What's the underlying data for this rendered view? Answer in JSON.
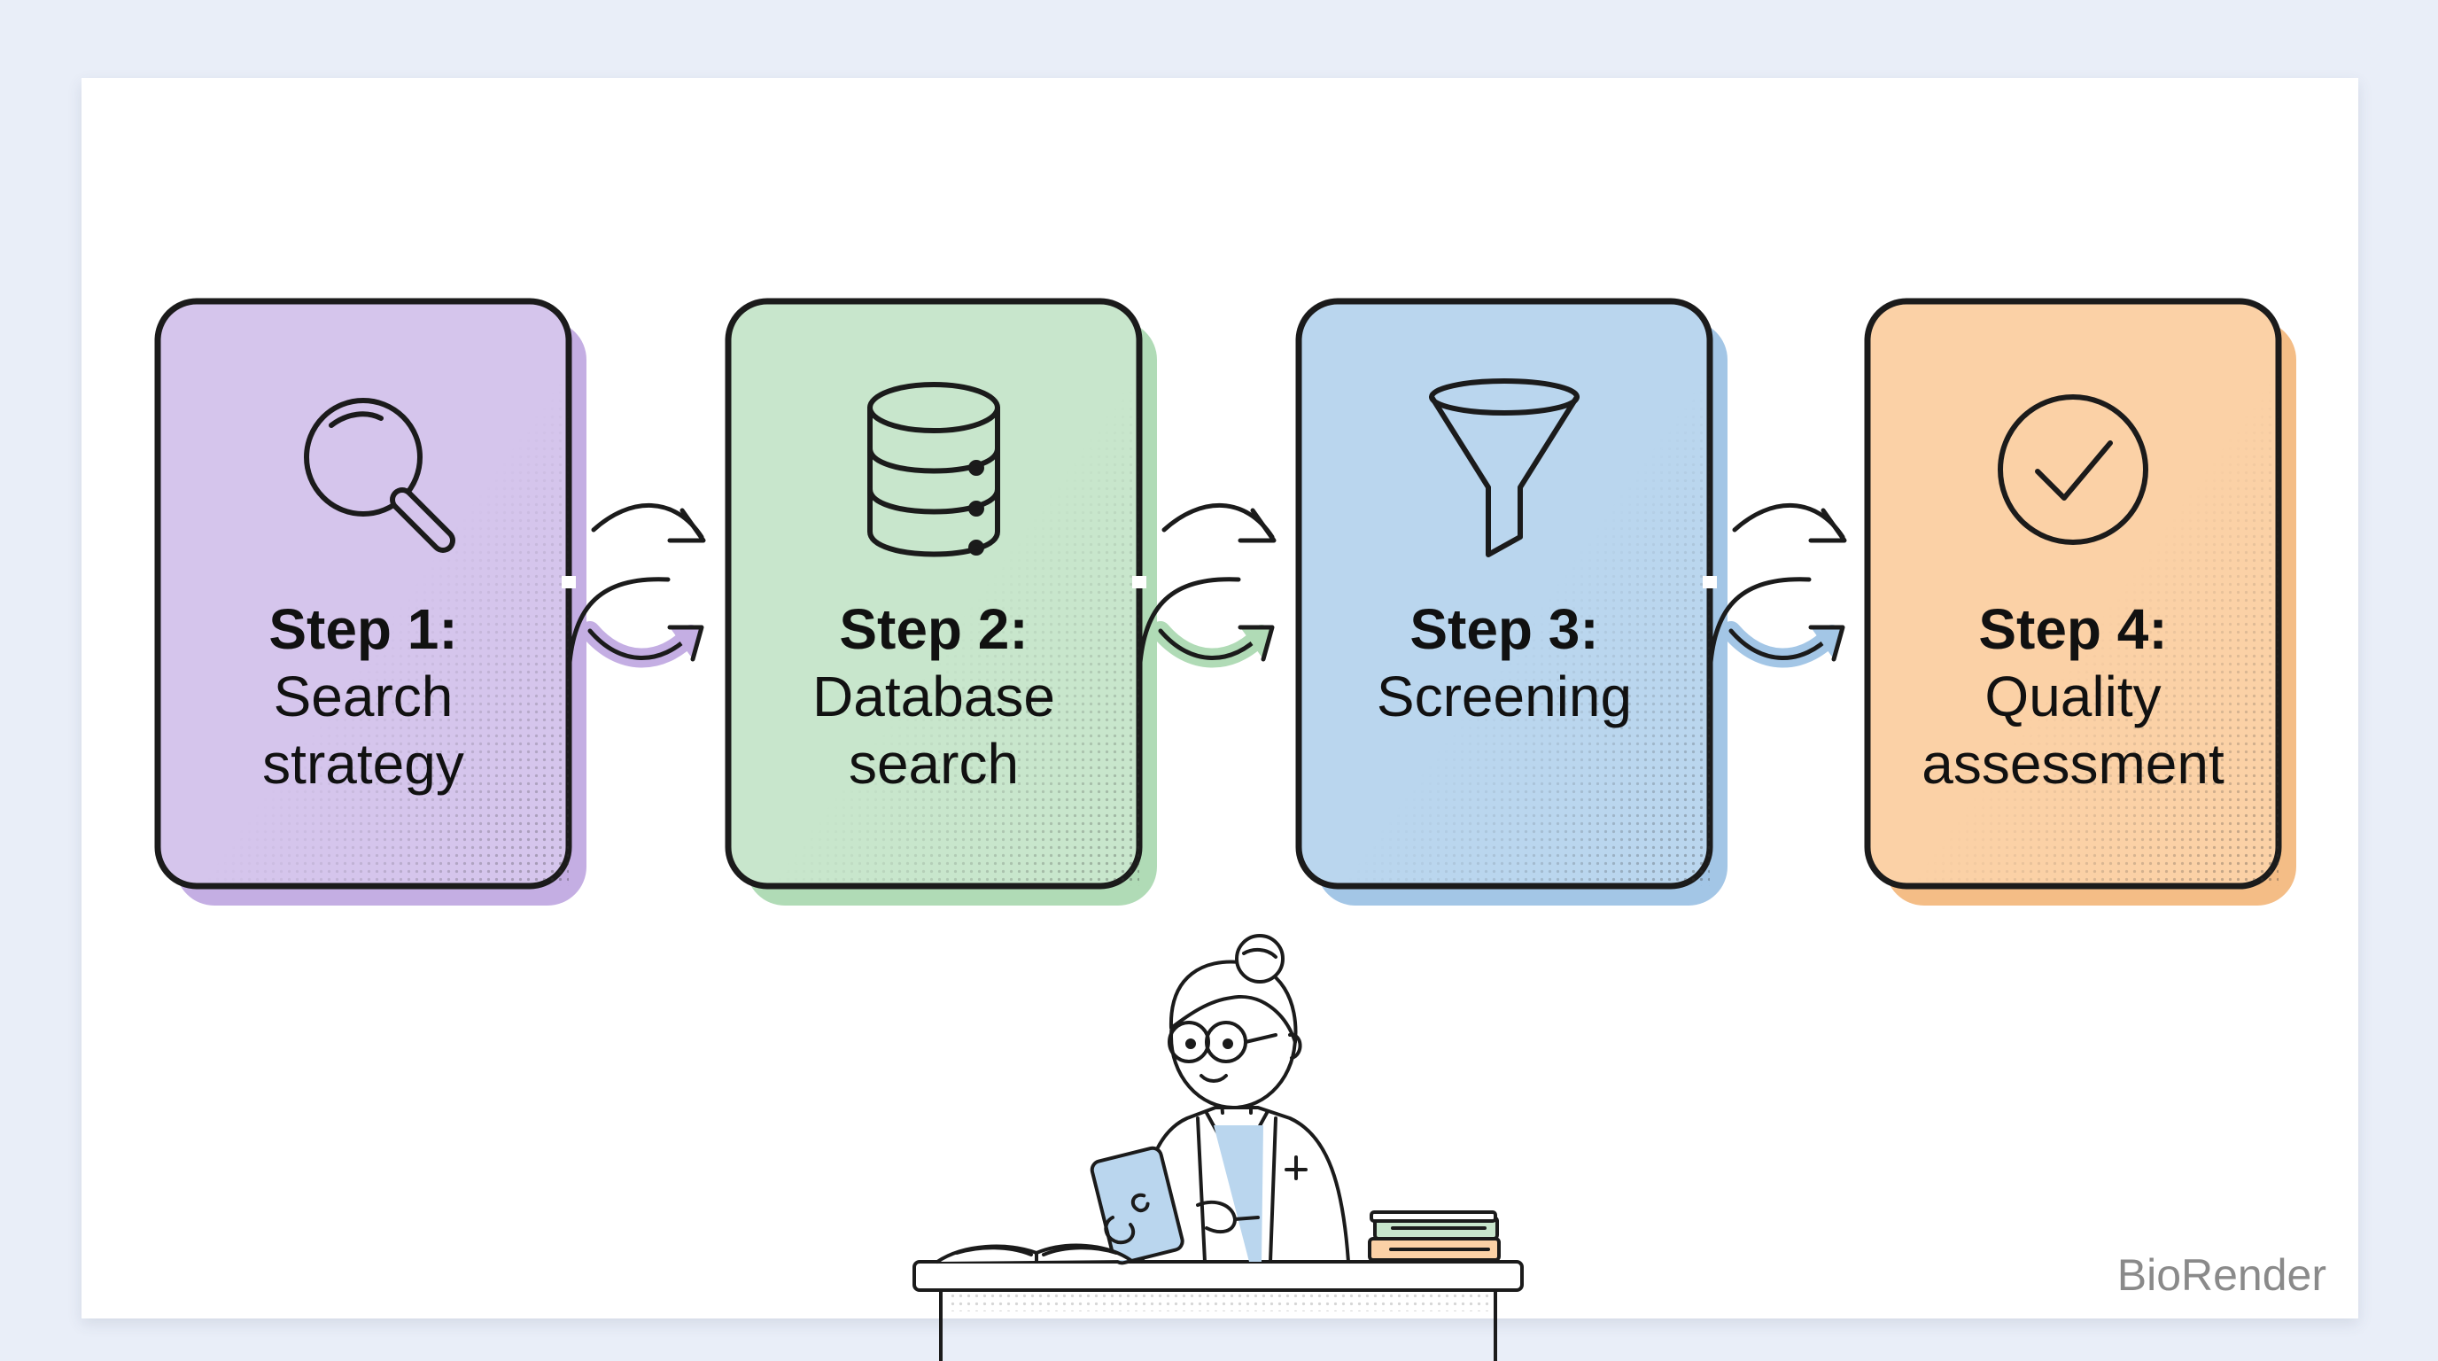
{
  "steps": [
    {
      "title": "Step 1:",
      "lines": [
        "Search",
        "strategy"
      ],
      "icon": "magnifier-icon",
      "color": "#d5c5ec",
      "shadow": "#c4aee3"
    },
    {
      "title": "Step 2:",
      "lines": [
        "Database",
        "search"
      ],
      "icon": "database-icon",
      "color": "#c8e6cc",
      "shadow": "#b0dbb6"
    },
    {
      "title": "Step 3:",
      "lines": [
        "Screening"
      ],
      "icon": "funnel-icon",
      "color": "#bad6ee",
      "shadow": "#a3c6e6"
    },
    {
      "title": "Step 4:",
      "lines": [
        "Quality",
        "assessment"
      ],
      "icon": "check-circle-icon",
      "color": "#fbd1a6",
      "shadow": "#f4bd86"
    }
  ],
  "connector_colors": [
    "#c4aee3",
    "#b0dbb6",
    "#a3c6e6"
  ],
  "watermark": "BioRender",
  "illustration": "researcher-at-desk-illustration"
}
